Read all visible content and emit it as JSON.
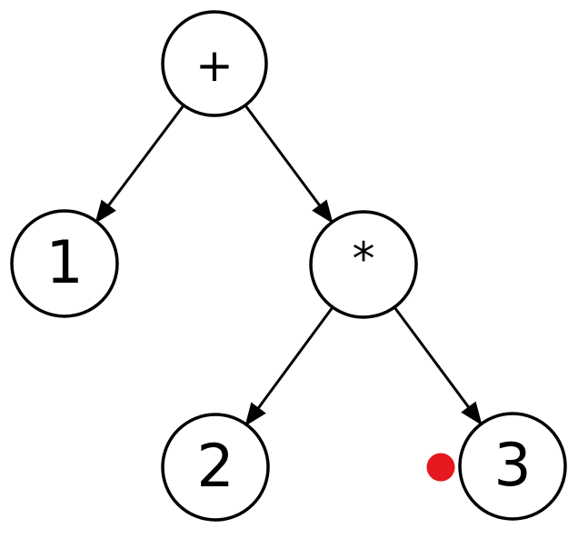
{
  "diagram": {
    "type": "binary-expression-tree",
    "background_color": "#ffffff",
    "node_fill": "#ffffff",
    "node_stroke_color": "#000000",
    "edge_color": "#000000",
    "nodes": [
      {
        "id": "root",
        "label": "+"
      },
      {
        "id": "left",
        "label": "1"
      },
      {
        "id": "right",
        "label": "*"
      },
      {
        "id": "right-left",
        "label": "2"
      },
      {
        "id": "right-right",
        "label": "3"
      }
    ],
    "edges": [
      {
        "from": "+",
        "to": "1"
      },
      {
        "from": "+",
        "to": "*"
      },
      {
        "from": "*",
        "to": "2"
      },
      {
        "from": "*",
        "to": "3"
      }
    ],
    "annotation": {
      "name": "red-dot",
      "color": "#e5171f",
      "beside_node": "3"
    }
  }
}
